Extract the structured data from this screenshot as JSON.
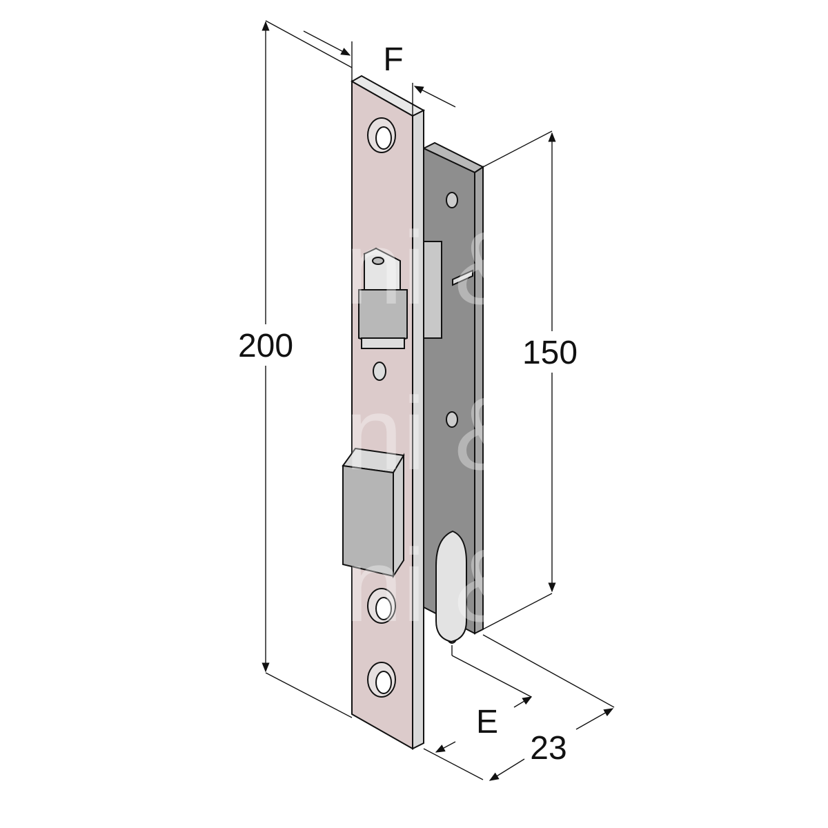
{
  "title": "Mortise lock dimension drawing",
  "dimensions": {
    "height": "200",
    "case_height": "150",
    "faceplate_width": "F",
    "backset": "E",
    "depth": "23"
  },
  "watermark": "ni &",
  "colors": {
    "faceplate": "#dccbcb",
    "case": "#8e8e8e",
    "line": "#111111"
  }
}
